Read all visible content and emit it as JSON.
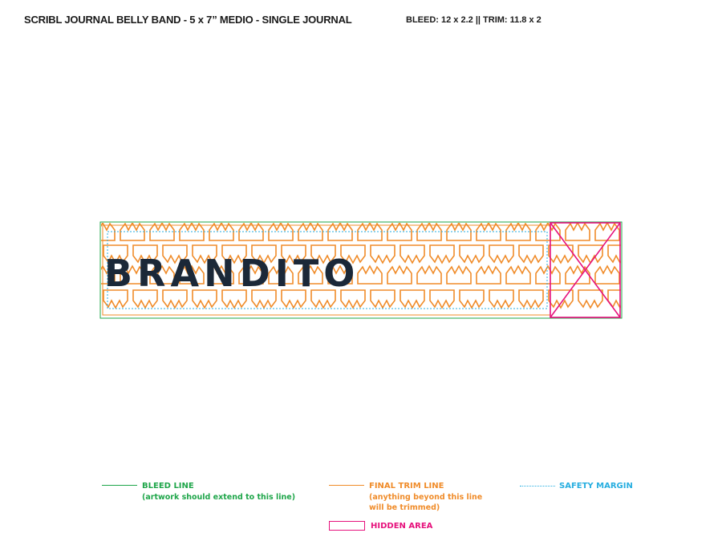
{
  "header": {
    "title": "SCRIBL JOURNAL  BELLY BAND - 5 x 7” MEDIO - SINGLE JOURNAL",
    "specs": "BLEED: 12 x 2.2 || TRIM: 11.8 x 2"
  },
  "band": {
    "brand_text": "BRANDITO",
    "pattern_icon": "crown-icon"
  },
  "legend": {
    "bleed": {
      "label": "BLEED LINE",
      "sub": "(artwork should extend to this line)"
    },
    "trim": {
      "label": "FINAL TRIM LINE",
      "sub1": "(anything beyond this line",
      "sub2": "will be trimmed)"
    },
    "safety": {
      "label": "SAFETY MARGIN"
    },
    "hidden": {
      "label": "HIDDEN AREA"
    }
  },
  "colors": {
    "bleed": "#1fa64a",
    "trim": "#f08c2a",
    "safety": "#27aee0",
    "hidden": "#e6117c",
    "brand": "#1b2838"
  }
}
